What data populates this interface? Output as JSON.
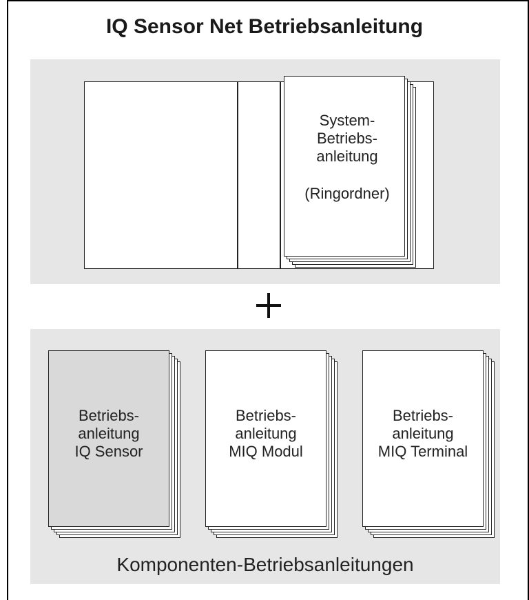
{
  "title": "IQ Sensor Net Betriebsanleitung",
  "binder": {
    "lines": [
      "System-",
      "Betriebs-",
      "anleitung"
    ],
    "note": "(Ringordner)"
  },
  "plus_symbol": "+",
  "components": [
    {
      "lines": [
        "Betriebs-",
        "anleitung",
        "IQ Sensor"
      ],
      "fill": "#d9d9d9"
    },
    {
      "lines": [
        "Betriebs-",
        "anleitung",
        "MIQ Modul"
      ],
      "fill": "#ffffff"
    },
    {
      "lines": [
        "Betriebs-",
        "anleitung",
        "MIQ Terminal"
      ],
      "fill": "#ffffff"
    }
  ],
  "footer": "Komponenten-Betriebsanleitungen",
  "colors": {
    "panel": "#e6e6e6",
    "highlight_doc": "#d9d9d9",
    "line": "#222222"
  }
}
